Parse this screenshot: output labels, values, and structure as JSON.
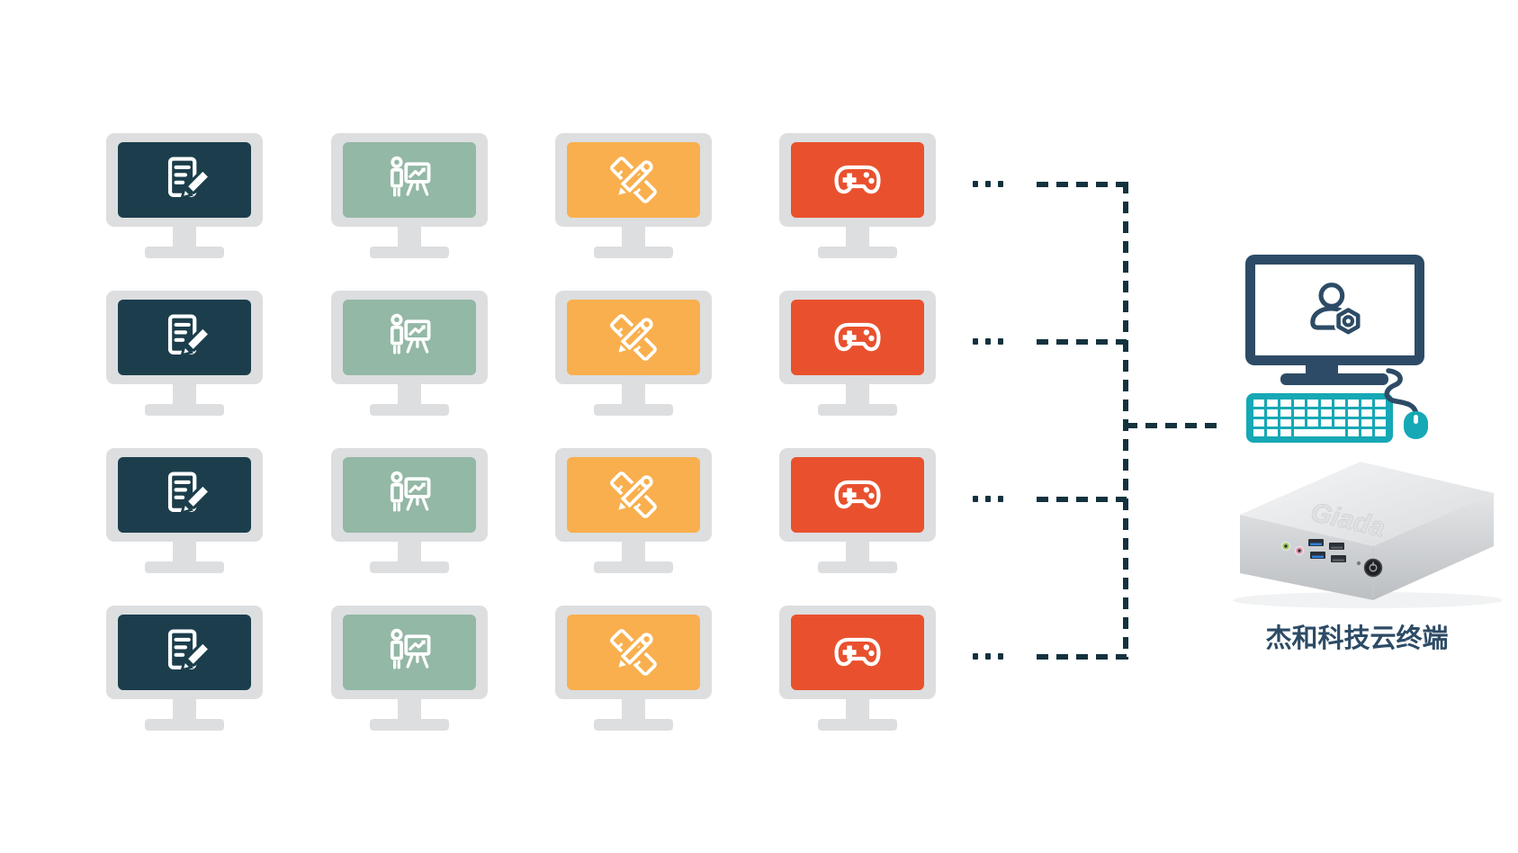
{
  "colors": {
    "navy": "#1c3e4c",
    "green": "#93b8a5",
    "amber": "#f9af4d",
    "red": "#e9512e",
    "frame": "#dcdee0",
    "steel": "#2d4b66",
    "teal": "#16a8b5",
    "line": "#14323e"
  },
  "client_grid": {
    "rows": 4,
    "ellipsis_dots_per_row": 3,
    "columns": [
      {
        "workload": "office-documents",
        "icon": "document-edit-icon",
        "color_key": "navy"
      },
      {
        "workload": "presentation-training",
        "icon": "presentation-chart-icon",
        "color_key": "green"
      },
      {
        "workload": "design-drafting",
        "icon": "ruler-pencil-icon",
        "color_key": "amber"
      },
      {
        "workload": "gaming-entertainment",
        "icon": "gamepad-icon",
        "color_key": "red"
      }
    ]
  },
  "admin_station": {
    "icon": "user-settings-icon"
  },
  "terminal": {
    "label": "杰和科技云终端",
    "embossed_logo": "Giada"
  }
}
